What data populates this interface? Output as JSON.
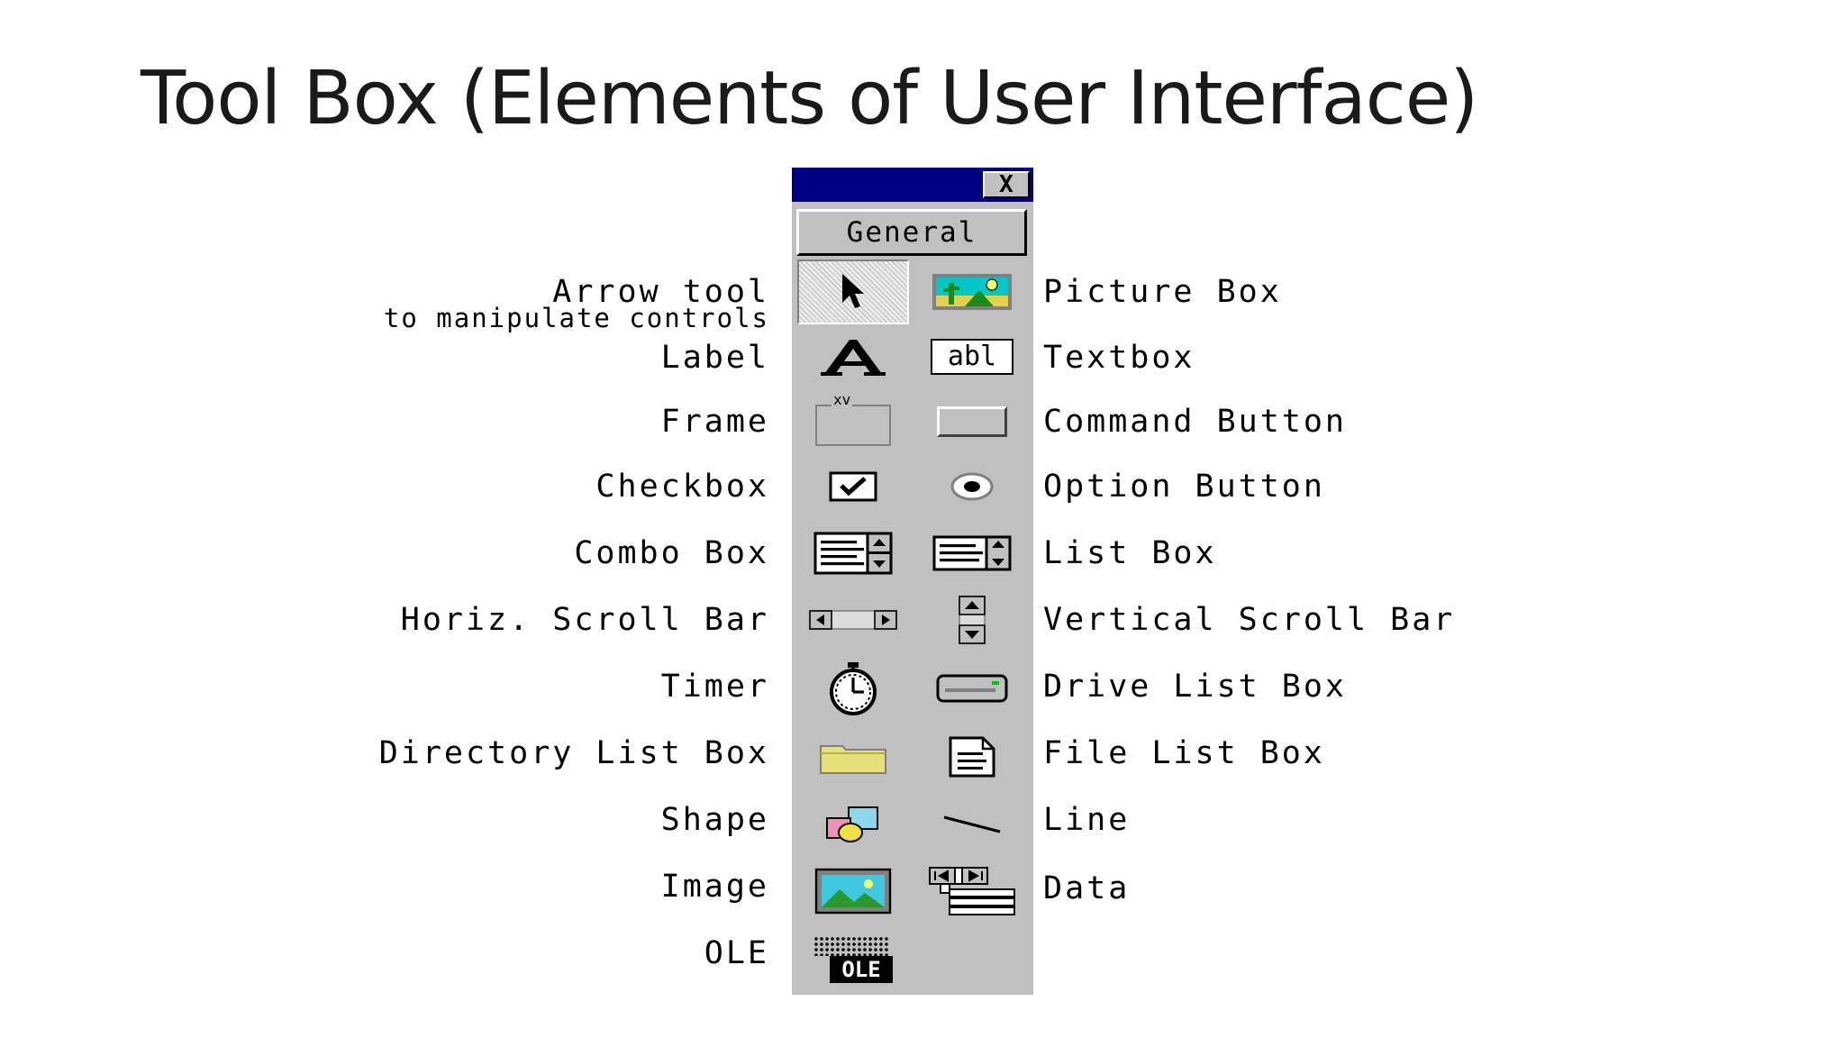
{
  "slide": {
    "title": "Tool Box (Elements of User Interface)"
  },
  "toolbox": {
    "close_label": "X",
    "tab_label": "General",
    "colors": {
      "titlebar": "#000080",
      "body": "#c0c0c0"
    }
  },
  "tools": {
    "arrow": {
      "label": "Arrow tool",
      "sublabel": "to manipulate controls",
      "icon": "arrow-pointer-icon"
    },
    "picturebox": {
      "label": "Picture Box",
      "icon": "picture-box-icon"
    },
    "label": {
      "label": "Label",
      "icon": "label-a-icon"
    },
    "textbox": {
      "label": "Textbox",
      "icon": "textbox-icon",
      "icon_text": "abl"
    },
    "frame": {
      "label": "Frame",
      "icon": "frame-icon",
      "icon_text": "xv"
    },
    "commandbutton": {
      "label": "Command Button",
      "icon": "command-button-icon"
    },
    "checkbox": {
      "label": "Checkbox",
      "icon": "checkbox-icon"
    },
    "optionbutton": {
      "label": "Option Button",
      "icon": "option-button-icon"
    },
    "combobox": {
      "label": "Combo Box",
      "icon": "combo-box-icon"
    },
    "listbox": {
      "label": "List Box",
      "icon": "list-box-icon"
    },
    "hscroll": {
      "label": "Horiz. Scroll Bar",
      "icon": "horizontal-scrollbar-icon"
    },
    "vscroll": {
      "label": "Vertical Scroll Bar",
      "icon": "vertical-scrollbar-icon"
    },
    "timer": {
      "label": "Timer",
      "icon": "timer-stopwatch-icon"
    },
    "drivelist": {
      "label": "Drive List Box",
      "icon": "drive-icon"
    },
    "dirlist": {
      "label": "Directory List Box",
      "icon": "folder-icon"
    },
    "filelist": {
      "label": "File List Box",
      "icon": "file-icon"
    },
    "shape": {
      "label": "Shape",
      "icon": "shape-icon"
    },
    "line": {
      "label": "Line",
      "icon": "line-icon"
    },
    "image": {
      "label": "Image",
      "icon": "image-icon"
    },
    "data": {
      "label": "Data",
      "icon": "data-control-icon"
    },
    "ole": {
      "label": "OLE",
      "icon": "ole-icon",
      "icon_text": "OLE"
    }
  }
}
